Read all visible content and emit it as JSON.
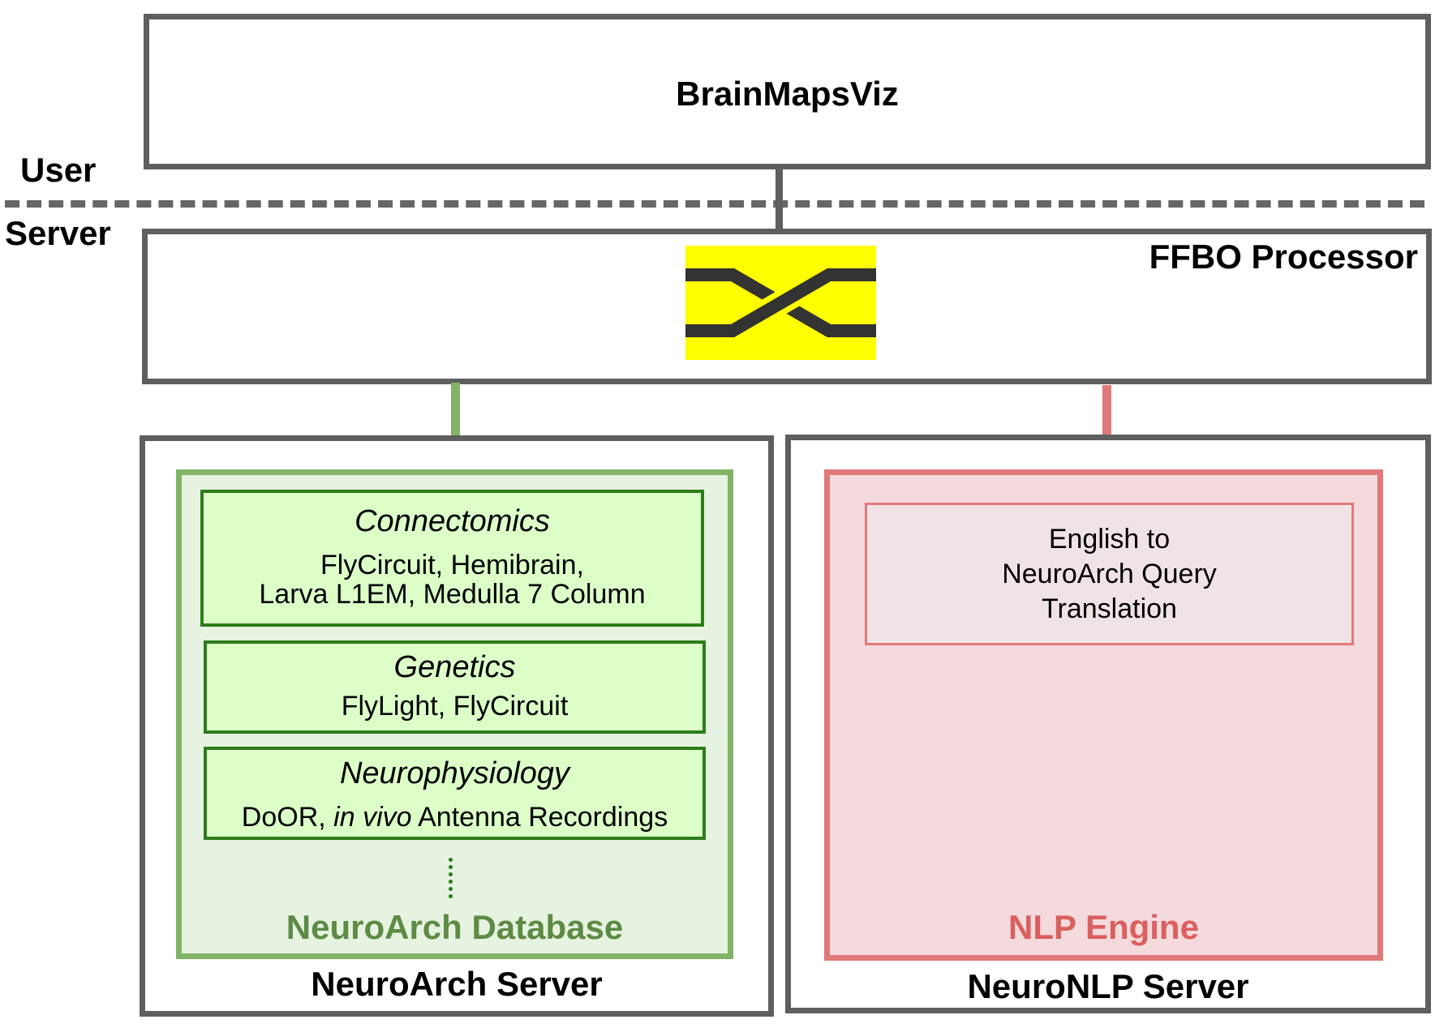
{
  "client": {
    "title": "BrainMapsViz"
  },
  "tiers": {
    "user": "User",
    "server": "Server"
  },
  "processor": {
    "title": "FFBO Processor",
    "icon": "crossbar-switch-icon",
    "icon_bg": "#ffff00"
  },
  "neuroarch_server": {
    "title": "NeuroArch Server",
    "database": {
      "title": "NeuroArch Database",
      "color": "#82b366",
      "cards": [
        {
          "category": "Connectomics",
          "lines": [
            "FlyCircuit, Hemibrain,",
            "Larva L1EM, Medulla 7 Column"
          ]
        },
        {
          "category": "Genetics",
          "lines": [
            "FlyLight, FlyCircuit"
          ]
        },
        {
          "category": "Neurophysiology",
          "prefix": "DoOR, ",
          "italic": "in vivo",
          "suffix": " Antenna Recordings"
        }
      ],
      "more_indicator": "vertical-ellipsis-icon"
    }
  },
  "neuronlp_server": {
    "title": "NeuroNLP Server",
    "engine": {
      "title": "NLP Engine",
      "color": "#e07a7a",
      "card_lines": [
        "English to",
        "NeuroArch Query",
        "Translation"
      ]
    }
  }
}
